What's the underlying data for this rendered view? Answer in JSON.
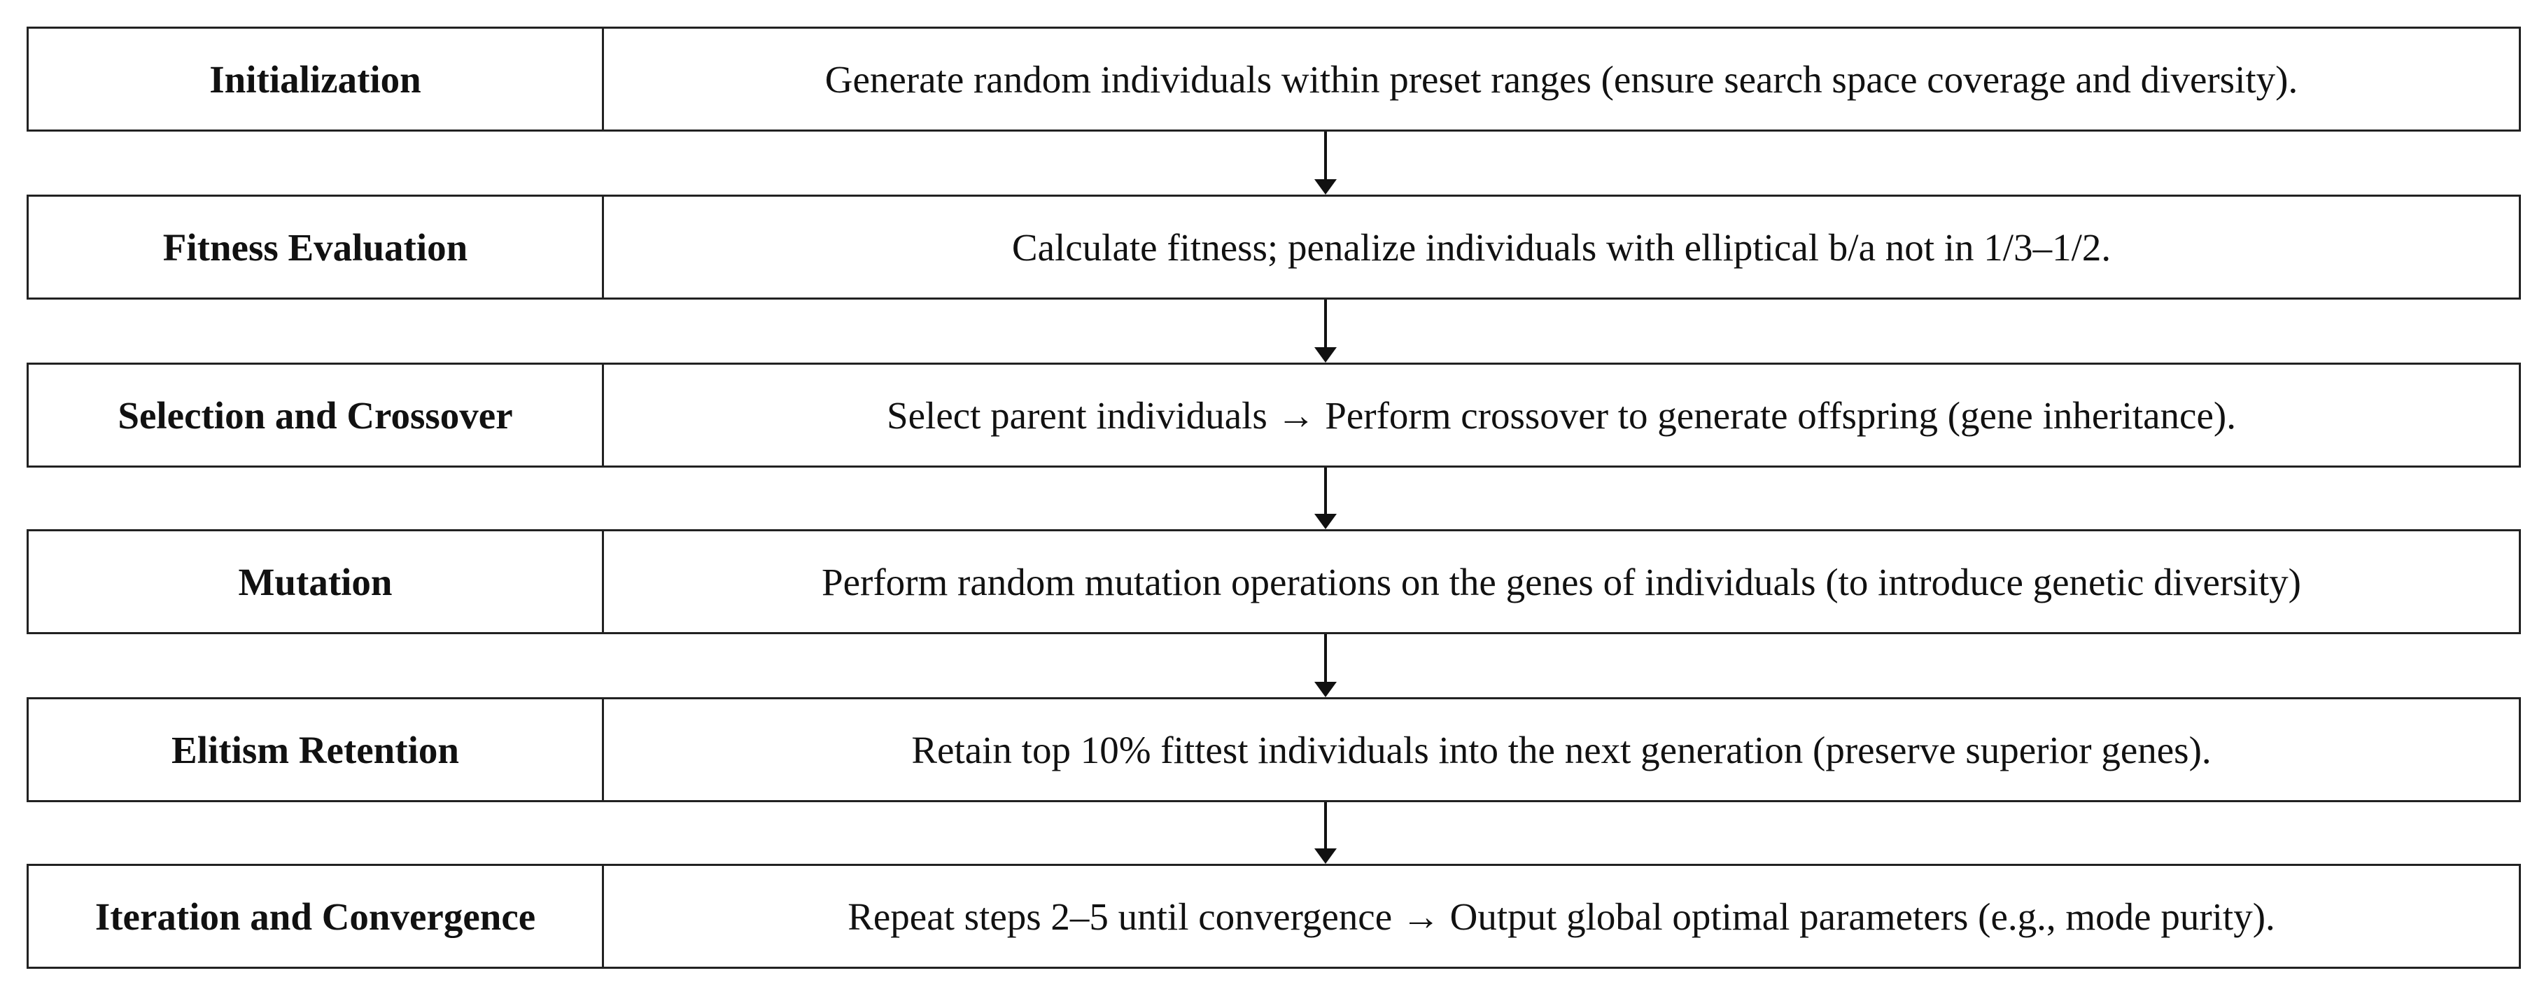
{
  "steps": [
    {
      "label": "Initialization",
      "text": "Generate random individuals within preset ranges (ensure search space coverage and diversity)."
    },
    {
      "label": "Fitness Evaluation",
      "text": "Calculate fitness; penalize individuals with elliptical b/a not in 1/3–1/2."
    },
    {
      "label": "Selection and Crossover",
      "text": "Select parent individuals → Perform crossover to generate offspring (gene inheritance)."
    },
    {
      "label": "Mutation",
      "text": "Perform random mutation operations on the genes of individuals (to introduce genetic diversity)"
    },
    {
      "label": "Elitism Retention",
      "text": "Retain top 10% fittest individuals into the next generation (preserve superior genes)."
    },
    {
      "label": "Iteration and Convergence",
      "text": "Repeat steps 2–5 until convergence → Output global optimal parameters (e.g., mode purity)."
    }
  ]
}
